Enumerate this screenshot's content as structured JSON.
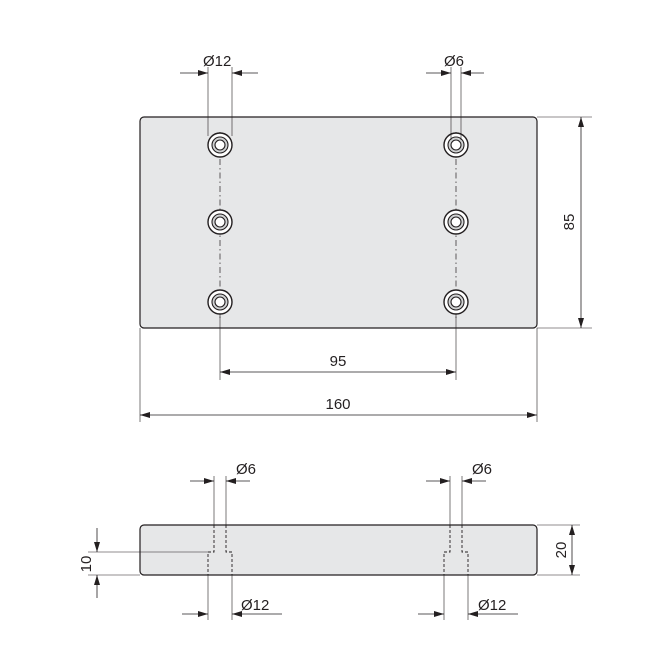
{
  "top_view": {
    "overall_width": "160",
    "overall_height": "85",
    "hole_spacing": "95",
    "counterbore_diameter": "Ø12",
    "through_hole_diameter": "Ø6"
  },
  "side_view": {
    "thickness": "20",
    "counterbore_depth": "10",
    "left_hole_diameter": "Ø6",
    "right_hole_diameter": "Ø6",
    "left_counterbore_diameter": "Ø12",
    "right_counterbore_diameter": "Ø12"
  }
}
